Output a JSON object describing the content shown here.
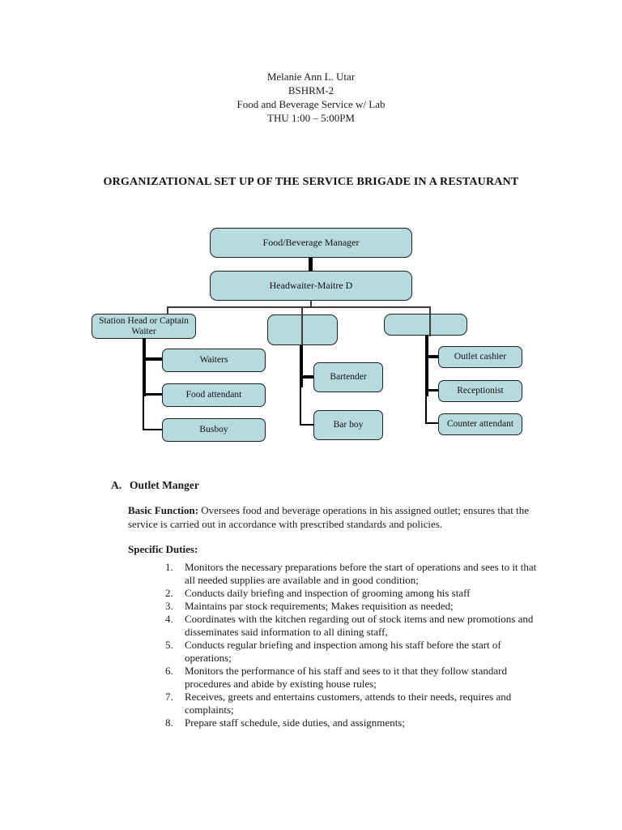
{
  "header": {
    "lines": [
      "Melanie Ann L. Utar",
      "BSHRM-2",
      "Food and Beverage Service w/ Lab",
      "THU 1:00 – 5:00PM"
    ]
  },
  "title": "ORGANIZATIONAL SET UP OF THE SERVICE BRIGADE IN A RESTAURANT",
  "org_chart": {
    "box_fill": "#b6dade",
    "box_border": "#1f1f1f",
    "nodes": {
      "manager": "Food/Beverage Manager",
      "headwaiter": "Headwaiter-Maitre D",
      "station_head": "Station Head or Captain Waiter",
      "unlabeled_mid": "",
      "unlabeled_right": "",
      "waiters": "Waiters",
      "food_attendant": "Food attendant",
      "busboy": "Busboy",
      "bartender": "Bartender",
      "bar_boy": "Bar boy",
      "outlet_cashier": "Outlet cashier",
      "receptionist": "Receptionist",
      "counter_attendant": "Counter attendant"
    }
  },
  "section": {
    "letter": "A.",
    "heading": "Outlet Manger",
    "basic_function_label": "Basic Function:",
    "basic_function_text": "Oversees food and beverage operations in his assigned outlet; ensures that the service is carried out in accordance with prescribed standards and policies.",
    "specific_duties_label": "Specific Duties:",
    "duties": [
      "Monitors the necessary preparations before the start of operations and sees to it that all needed supplies are available and in good condition;",
      "Conducts daily briefing and inspection of grooming among his staff",
      "Maintains par stock requirements; Makes requisition as needed;",
      "Coordinates with the kitchen regarding out of stock items and new promotions and disseminates said information to all dining staff,",
      "Conducts regular briefing and inspection among his staff before the start of operations;",
      "Monitors the performance of his staff and sees to it that they follow standard procedures and abide by existing house rules;",
      "Receives, greets and entertains customers, attends to their needs, requires and complaints;",
      "Prepare staff schedule, side duties, and assignments;"
    ]
  }
}
